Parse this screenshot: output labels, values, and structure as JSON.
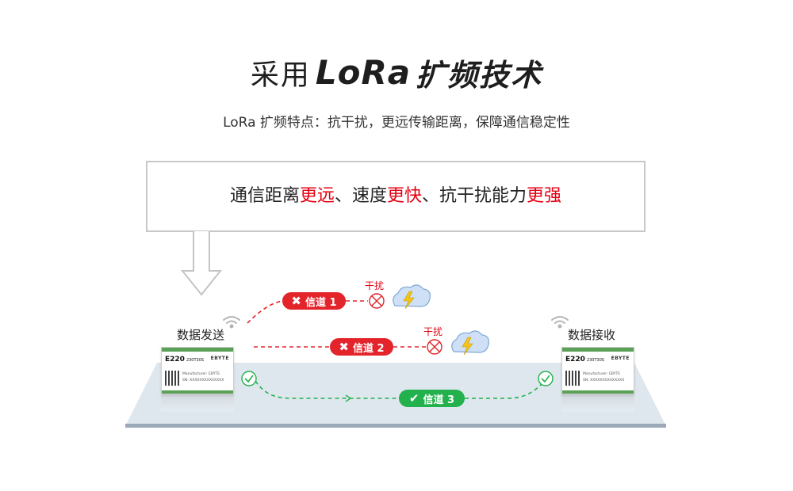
{
  "title": {
    "prefix": "采用",
    "lora": "LoRa",
    "suffix": "扩频技术"
  },
  "subtitle": "LoRa 扩频特点：抗干扰，更远传输距离，保障通信稳定性",
  "callout": {
    "parts": [
      {
        "text": "通信距离",
        "hl": false
      },
      {
        "text": "更远",
        "hl": true
      },
      {
        "text": "、速度",
        "hl": false
      },
      {
        "text": "更快",
        "hl": true
      },
      {
        "text": "、抗干扰能力",
        "hl": false
      },
      {
        "text": "更强",
        "hl": true
      }
    ]
  },
  "sender_label": "数据发送",
  "receiver_label": "数据接收",
  "channels": [
    {
      "label": "信道 1",
      "status": "blocked",
      "interference": "干扰"
    },
    {
      "label": "信道 2",
      "status": "blocked",
      "interference": "干扰"
    },
    {
      "label": "信道 3",
      "status": "ok"
    }
  ],
  "module": {
    "model": "E220",
    "variant": "230T30S",
    "brand": "EBYTE",
    "manufacturer": "Manufacturer: EBYTE",
    "sn": "SN: XXXXXXXXXXXXXX"
  },
  "colors": {
    "accent_red": "#e60012",
    "pill_red": "#e3242b",
    "pill_green": "#22b14c",
    "floor": "#dfe7ee"
  },
  "icons": [
    "cross-icon",
    "check-icon",
    "wifi-icon",
    "lightning-cloud-icon",
    "arrow-down-icon"
  ]
}
